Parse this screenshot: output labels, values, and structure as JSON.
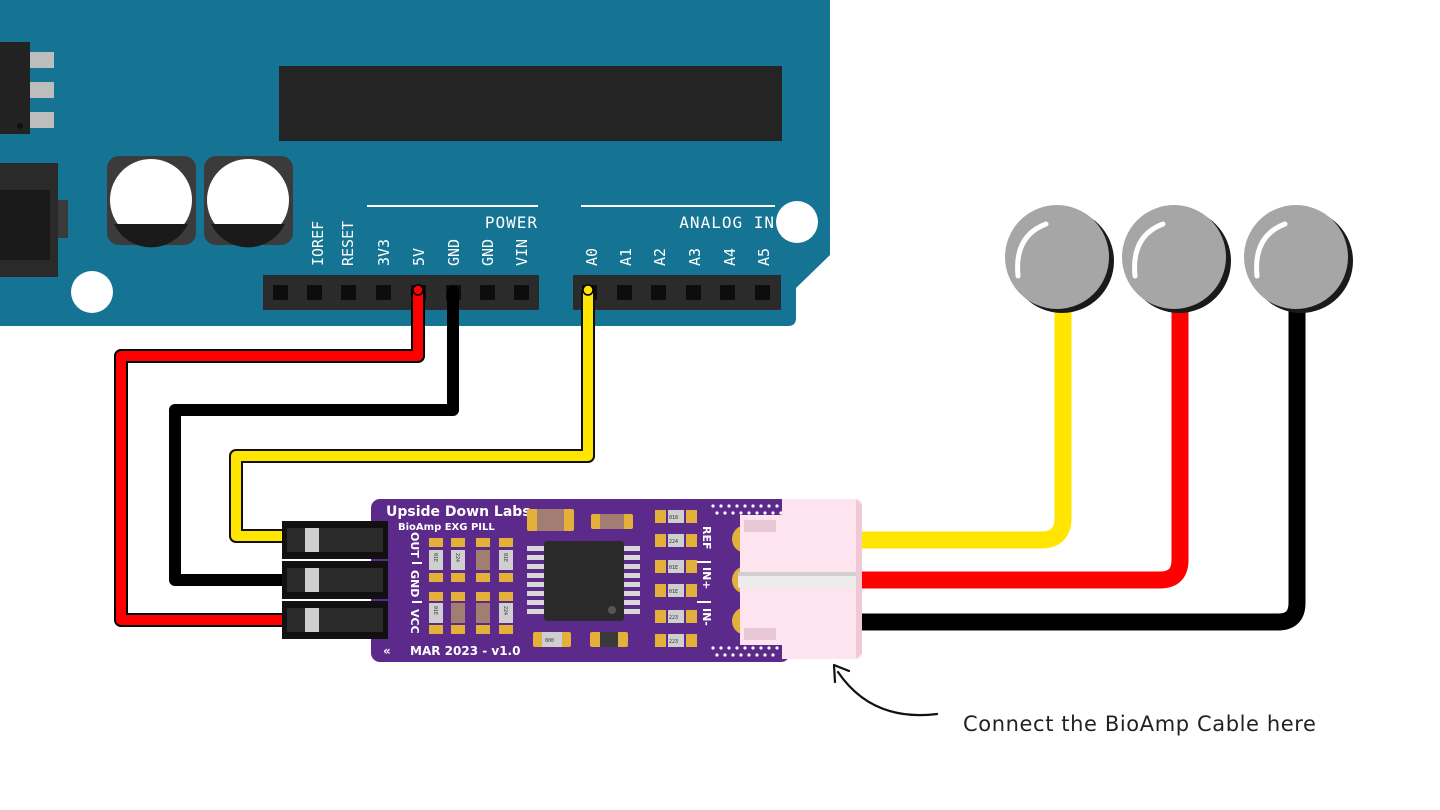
{
  "arduino": {
    "power_header_title": "POWER",
    "analog_header_title": "ANALOG IN",
    "power_pins": [
      "IOREF",
      "RESET",
      "3V3",
      "5V",
      "GND",
      "GND",
      "VIN"
    ],
    "analog_pins": [
      "A0",
      "A1",
      "A2",
      "A3",
      "A4",
      "A5"
    ]
  },
  "bioamp_board": {
    "brand": "Upside Down Labs",
    "product": "BioAmp EXG PILL",
    "left_pins": [
      "OUT",
      "GND",
      "VCC"
    ],
    "right_pins": [
      "REF",
      "IN+",
      "IN-"
    ],
    "footer": "MAR 2023 - v1.0",
    "footer_icon": "double-chevron-left-icon",
    "component_codes": [
      "01E",
      "224",
      "01E",
      "224",
      "018",
      "224",
      "01E",
      "01E",
      "223",
      "223",
      "000"
    ]
  },
  "annotation": {
    "text": "Connect the BioAmp Cable here"
  },
  "colors": {
    "arduino_board": "#157493",
    "pcb": "#5c2a8a",
    "wire_red": "#ff0000",
    "wire_black": "#000000",
    "wire_yellow": "#ffe500",
    "electrode": "#a6a6a6",
    "gold_pad": "#e3b13a"
  }
}
